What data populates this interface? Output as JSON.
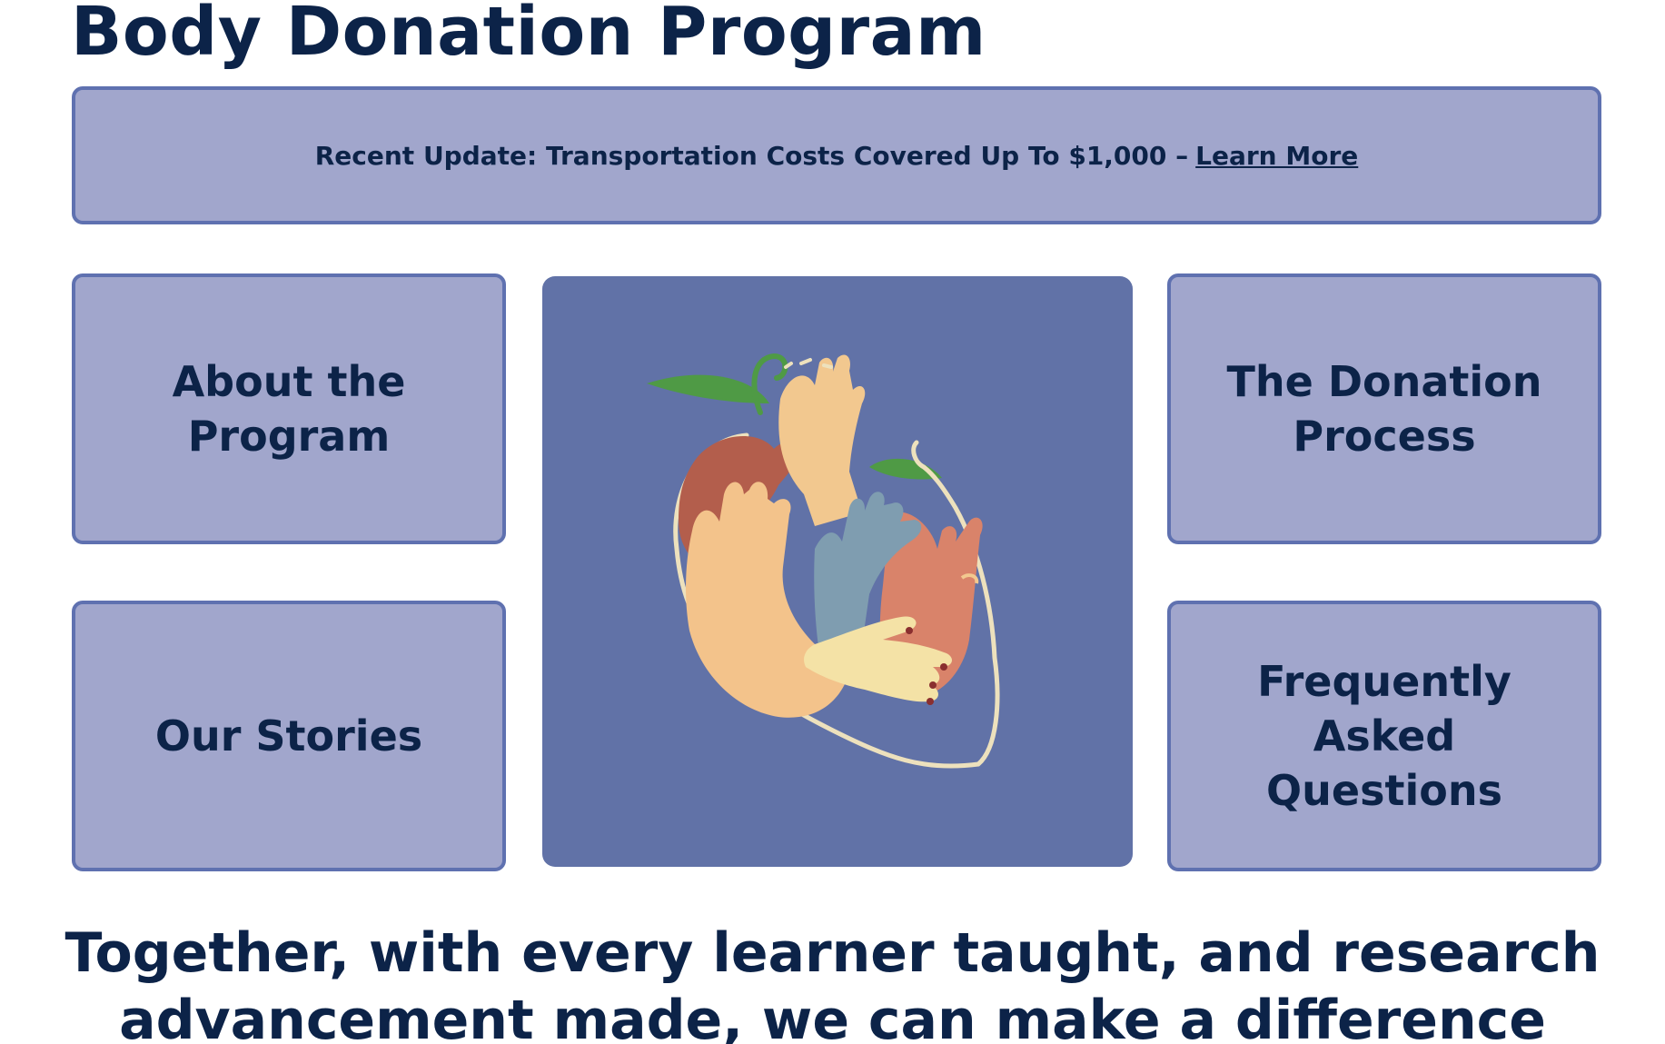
{
  "page": {
    "title": "Body Donation Program"
  },
  "banner": {
    "text": "Recent Update: Transportation Costs Covered Up To $1,000 –",
    "link_label": "Learn More"
  },
  "cards": {
    "about": {
      "line1": "About the",
      "line2": "Program"
    },
    "process": {
      "line1": "The Donation",
      "line2": "Process"
    },
    "stories": {
      "line1": "Our Stories"
    },
    "faq": {
      "line1": "Frequently Asked",
      "line2": "Questions"
    }
  },
  "hero": {
    "illustration": "heart-of-hands-illustration"
  },
  "tagline": {
    "line1": "Together, with every learner taught, and research",
    "line2": "advancement made, we can make a difference"
  },
  "colors": {
    "navy_text": "#0c2348",
    "card_fill": "#a1a6cc",
    "card_border": "#5f71b0",
    "hero_fill": "#6172a7"
  }
}
